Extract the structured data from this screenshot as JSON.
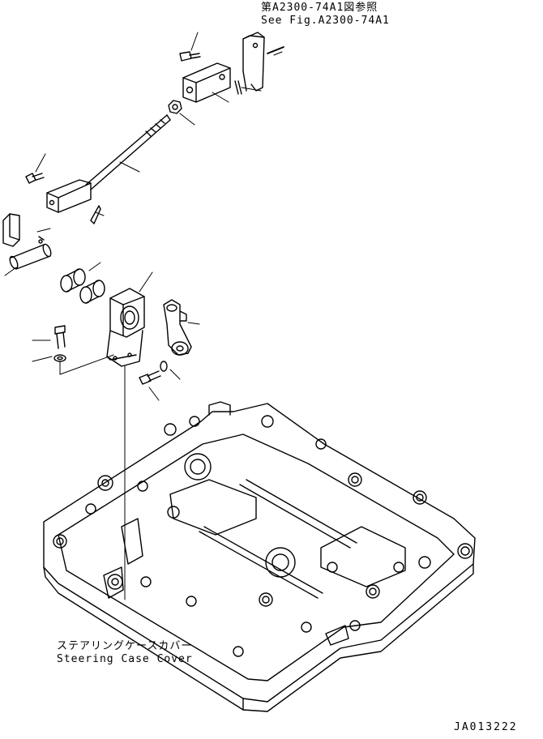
{
  "reference": {
    "japanese": "第A2300-74A1図参照",
    "english": "See Fig.A2300-74A1"
  },
  "assembly": {
    "japanese": "ステアリングケースカバー",
    "english": "Steering Case Cover"
  },
  "drawing_code": "JA013222",
  "colors": {
    "ink": "#000000",
    "paper": "#ffffff"
  }
}
